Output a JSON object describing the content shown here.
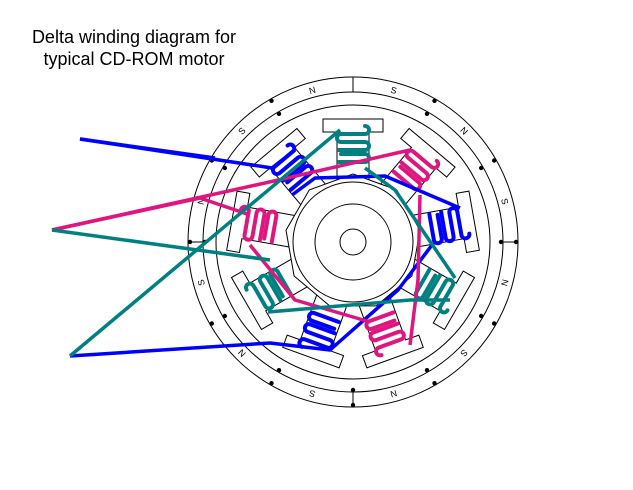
{
  "title": {
    "line1": "Delta winding diagram for",
    "line2": "typical CD-ROM motor"
  },
  "poles": [
    "N",
    "S",
    "N",
    "S",
    "N",
    "S",
    "N",
    "S",
    "N",
    "S",
    "N",
    "S"
  ],
  "colors": {
    "phase_a": "#0000ff",
    "phase_b": "#e0157f",
    "phase_c": "#008080",
    "outline": "#000000"
  },
  "coils": [
    {
      "phase": "phase_c"
    },
    {
      "phase": "phase_b"
    },
    {
      "phase": "phase_a"
    },
    {
      "phase": "phase_c"
    },
    {
      "phase": "phase_b"
    },
    {
      "phase": "phase_a"
    },
    {
      "phase": "phase_c"
    },
    {
      "phase": "phase_b"
    },
    {
      "phase": "phase_a"
    }
  ]
}
